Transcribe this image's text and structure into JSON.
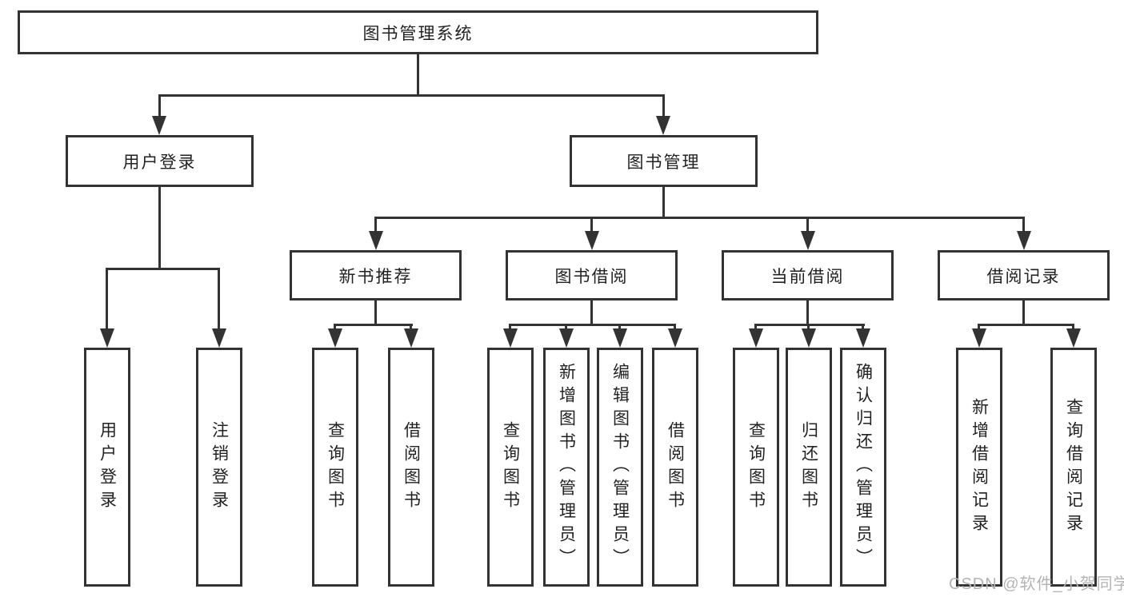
{
  "colors": {
    "line": "#333333",
    "box_border": "#333333",
    "text": "#222222",
    "background": "#ffffff",
    "watermark": "#b4b4b4"
  },
  "watermark": {
    "text": "CSDN @软件_小贺同学"
  },
  "tree": {
    "root": {
      "label": "图书管理系统"
    },
    "children": [
      {
        "label": "用户登录",
        "children": [
          {
            "label": "用户登录"
          },
          {
            "label": "注销登录"
          }
        ]
      },
      {
        "label": "图书管理",
        "children": [
          {
            "label": "新书推荐",
            "children": [
              {
                "label": "查询图书"
              },
              {
                "label": "借阅图书"
              }
            ]
          },
          {
            "label": "图书借阅",
            "children": [
              {
                "label": "查询图书"
              },
              {
                "label": "新增图书（管理员）"
              },
              {
                "label": "编辑图书（管理员）"
              },
              {
                "label": "借阅图书"
              }
            ]
          },
          {
            "label": "当前借阅",
            "children": [
              {
                "label": "查询图书"
              },
              {
                "label": "归还图书"
              },
              {
                "label": "确认归还（管理员）"
              }
            ]
          },
          {
            "label": "借阅记录",
            "children": [
              {
                "label": "新增借阅记录"
              },
              {
                "label": "查询借阅记录"
              }
            ]
          }
        ]
      }
    ]
  }
}
